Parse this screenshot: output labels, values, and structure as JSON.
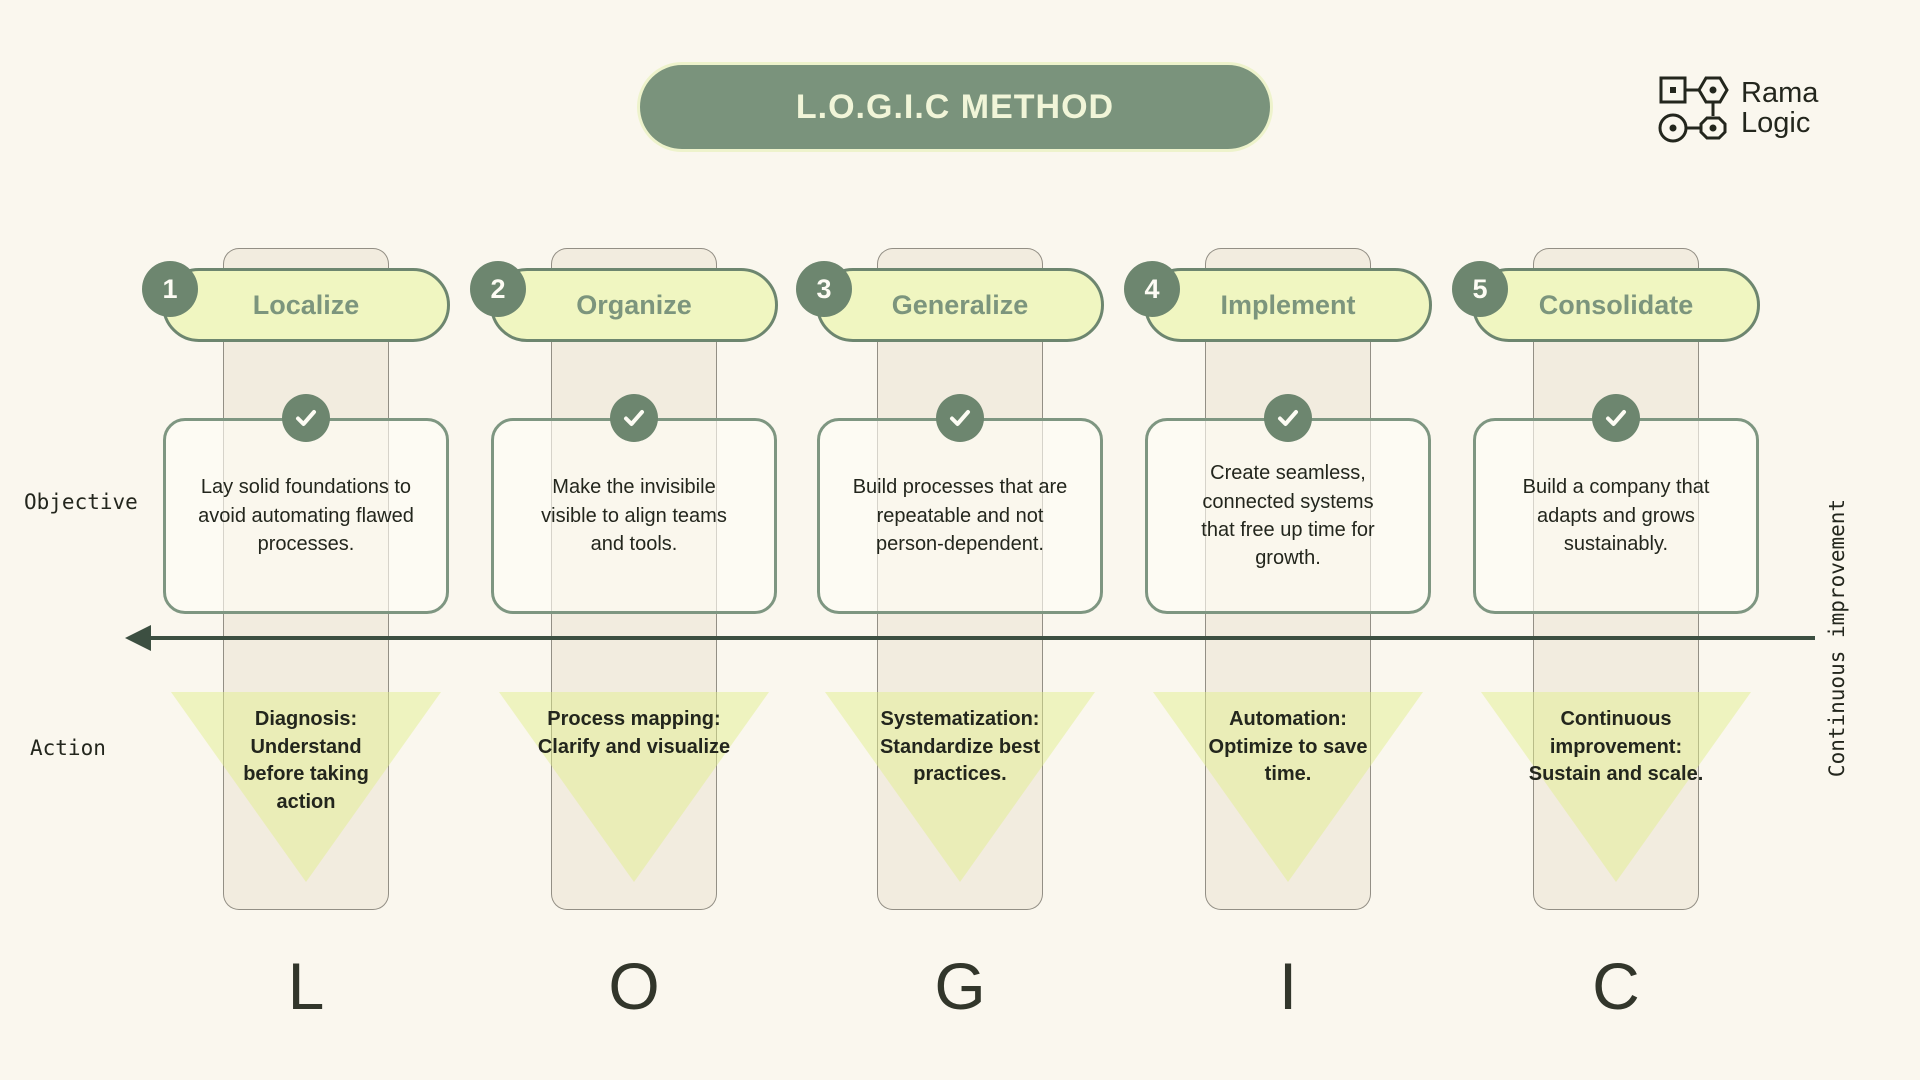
{
  "title": "L.O.G.I.C METHOD",
  "logo": {
    "line1": "Rama",
    "line2": "Logic"
  },
  "row_labels": {
    "objective": "Objective",
    "action": "Action"
  },
  "arrow_label": "Continuous improvement",
  "colors": {
    "bg": "#FAF7EE",
    "ink": "#23261D",
    "sage": "#7A937C",
    "sagedeep": "#6D866F",
    "sagetext": "#7C957D",
    "sageborder": "#7E9681",
    "cream": "#F1F5D8",
    "ring": "#EEF3CC",
    "lightpill": "#F0F6C1",
    "beige": "#F2ECDF",
    "tri": "rgba(225,238,140,0.48)",
    "darkgreen": "#3C4F41",
    "letter": "#32362B"
  },
  "steps": [
    {
      "number": "1",
      "name": "Localize",
      "letter": "L",
      "objective": "Lay solid foundations to\navoid automating flawed\nprocesses.",
      "action": "Diagnosis:\nUnderstand\nbefore taking\naction"
    },
    {
      "number": "2",
      "name": "Organize",
      "letter": "O",
      "objective": "Make the invisibile\nvisible to align teams\nand tools.",
      "action": "Process mapping:\nClarify and visualize"
    },
    {
      "number": "3",
      "name": "Generalize",
      "letter": "G",
      "objective": "Build processes that are\nrepeatable and not\nperson-dependent.",
      "action": "Systematization:\nStandardize best\npractices."
    },
    {
      "number": "4",
      "name": "Implement",
      "letter": "I",
      "objective": "Create seamless,\nconnected systems\nthat free up time for\ngrowth.",
      "action": "Automation:\nOptimize to save\ntime."
    },
    {
      "number": "5",
      "name": "Consolidate",
      "letter": "C",
      "objective": "Build a company that\nadapts and grows\nsustainably.",
      "action": "Continuous\nimprovement:\nSustain and scale."
    }
  ]
}
